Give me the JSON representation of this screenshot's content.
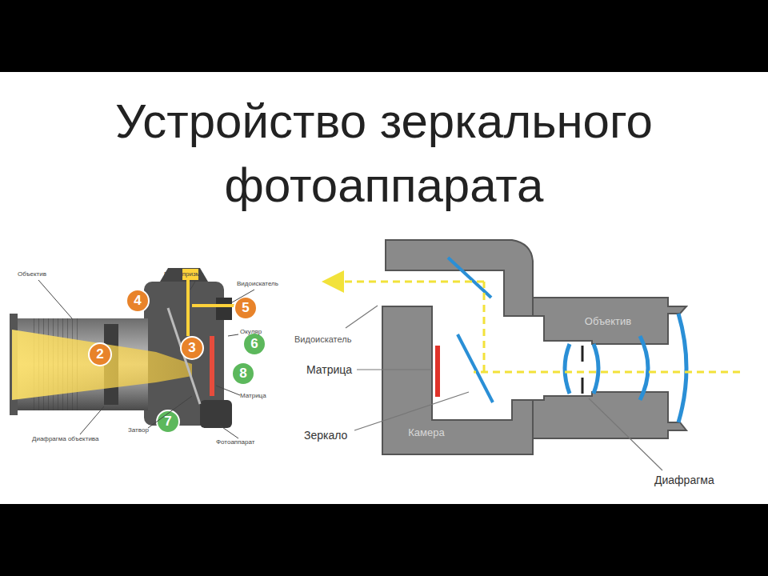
{
  "diagram": {
    "title": "Устройство зеркального фотоаппарата",
    "nodes": [
      {
        "text": [
          "Камера"
        ]
      },
      {
        "text": [
          "Объектив"
        ]
      }
    ],
    "labels": [
      "4",
      "5",
      "2",
      "3",
      "6",
      "8",
      "7",
      "Объектив",
      "Пентапризма",
      "Видоискатель",
      "Окуляр",
      "Матрица",
      "Диафрагма объектива",
      "Затвор",
      "Фотоаппарат",
      "Видоискатель",
      "Матрица",
      "Зеркало",
      "Диафрагма"
    ]
  }
}
